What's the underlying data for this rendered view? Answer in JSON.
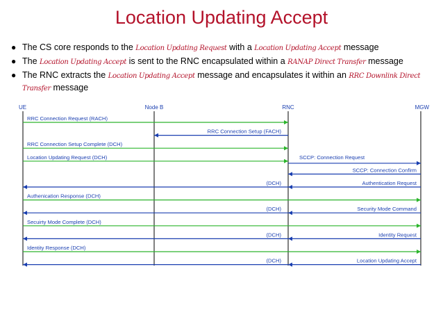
{
  "title": "Location Updating Accept",
  "bullets": [
    {
      "parts": [
        {
          "t": "The CS core responds to the "
        },
        {
          "t": "Location Updating Request",
          "i": true
        },
        {
          "t": " with a "
        },
        {
          "t": "Location Updating Accept",
          "i": true
        },
        {
          "t": " message"
        }
      ]
    },
    {
      "parts": [
        {
          "t": "The "
        },
        {
          "t": "Location Updating Accept",
          "i": true
        },
        {
          "t": " is sent to the RNC encapsulated within a "
        },
        {
          "t": "RANAP Direct Transfer",
          "i": true
        },
        {
          "t": " message"
        }
      ]
    },
    {
      "parts": [
        {
          "t": "The RNC extracts the "
        },
        {
          "t": "Location Updating Accept",
          "i": true
        },
        {
          "t": " message and encapsulates it within an "
        },
        {
          "t": "RRC Downlink Direct Transfer",
          "i": true
        },
        {
          "t": " message"
        }
      ]
    }
  ],
  "diagram": {
    "colors": {
      "label": "#1a3fb0",
      "lifeline": "#000000",
      "arrow_green": "#2cb52c",
      "arrow_blue": "#1a3fb0"
    },
    "nodes": [
      "UE",
      "Node B",
      "RNC",
      "MGW"
    ],
    "messages": [
      {
        "label": "RRC Connection Request (RACH)",
        "dir": "right",
        "span": [
          0,
          2
        ],
        "color": "green"
      },
      {
        "label": "RRC Connection Setup (FACH)",
        "dir": "left",
        "span": [
          1,
          2
        ],
        "color": "blue",
        "align": "left-of-end"
      },
      {
        "label": "RRC Connection Setup Complete (DCH)",
        "dir": "right",
        "span": [
          0,
          2
        ],
        "color": "green"
      },
      {
        "label": "Location Updating Request (DCH)",
        "dir": "right",
        "span": [
          0,
          2
        ],
        "color": "green",
        "cont": "SCCP: Connection Request"
      },
      {
        "label": "SCCP: Connection Confirm",
        "dir": "left",
        "span": [
          2,
          3
        ],
        "color": "blue"
      },
      {
        "label": "Authentication Request",
        "dir": "left",
        "span": [
          0,
          3
        ],
        "color": "blue",
        "mid": "(DCH)"
      },
      {
        "label": "Authenication Response (DCH)",
        "dir": "right",
        "span": [
          0,
          3
        ],
        "color": "green"
      },
      {
        "label": "Security Mode Command",
        "dir": "left",
        "span": [
          0,
          3
        ],
        "color": "blue",
        "mid": "(DCH)"
      },
      {
        "label": "Secuirty Mode Complete (DCH)",
        "dir": "right",
        "span": [
          0,
          3
        ],
        "color": "green"
      },
      {
        "label": "Identity Request",
        "dir": "left",
        "span": [
          0,
          3
        ],
        "color": "blue",
        "mid": "(DCH)"
      },
      {
        "label": "Identity Response (DCH)",
        "dir": "right",
        "span": [
          0,
          3
        ],
        "color": "green"
      },
      {
        "label": "Location Updating Accept",
        "dir": "left",
        "span": [
          0,
          3
        ],
        "color": "blue",
        "mid": "(DCH)"
      }
    ]
  }
}
